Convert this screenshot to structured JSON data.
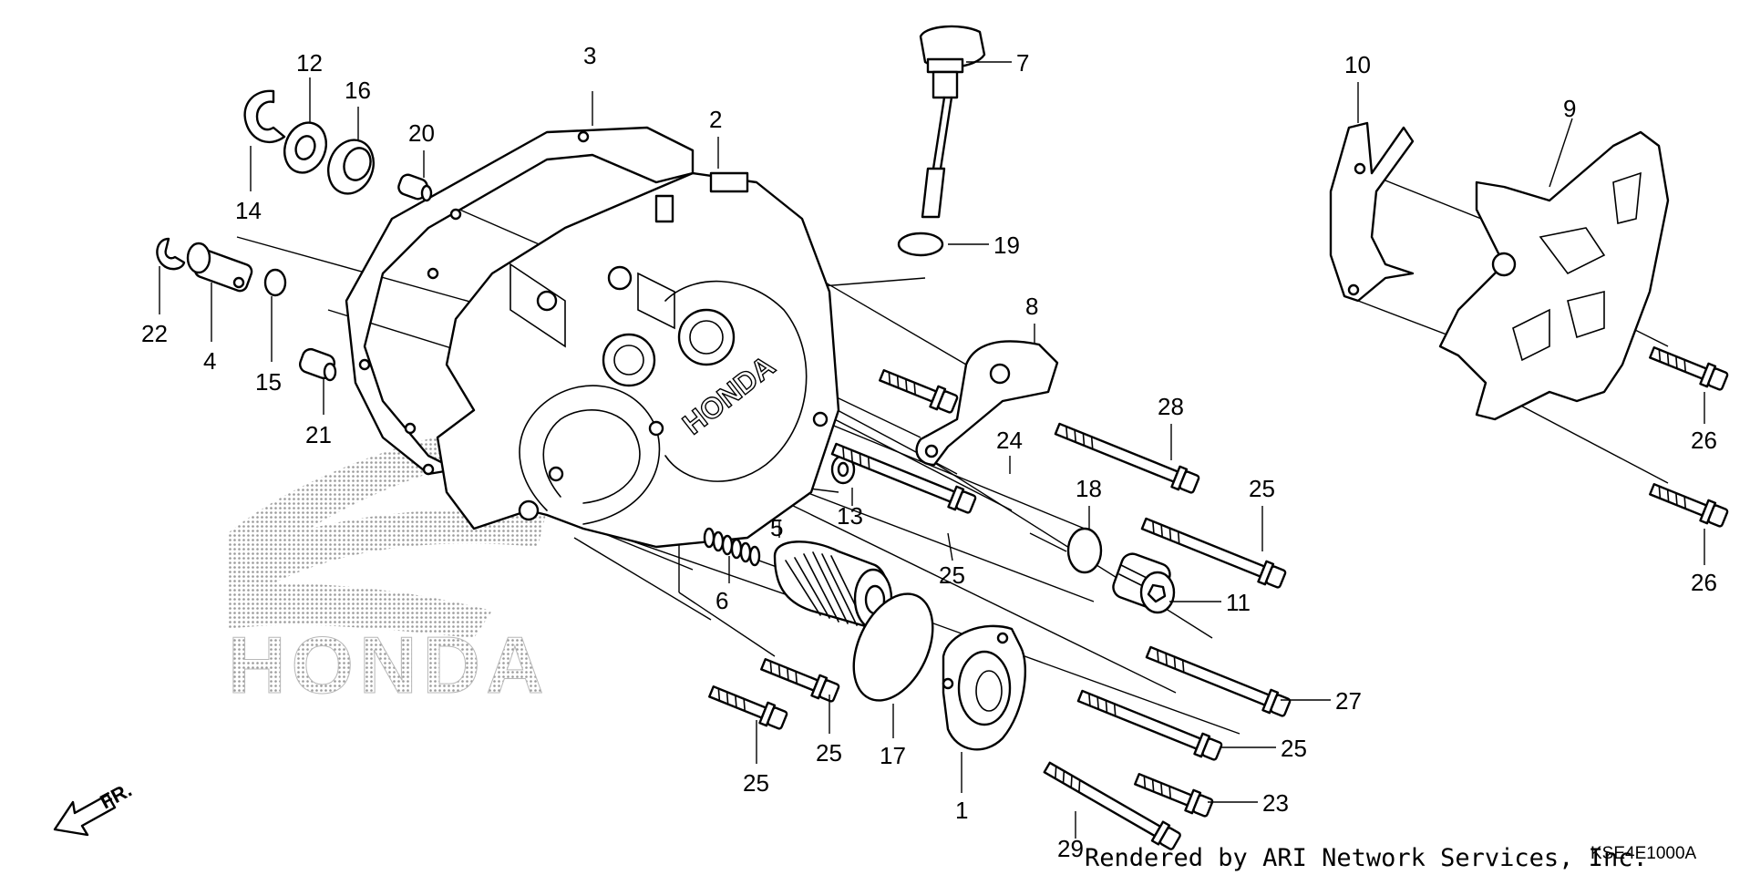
{
  "diagram": {
    "credit": "Rendered by ARI Network Services, Inc.",
    "code": "KSE4E1000A",
    "direction_label": "FR.",
    "logo_text": "HONDA",
    "cover_logo_text": "HONDA"
  },
  "callouts": [
    "1",
    "2",
    "3",
    "4",
    "5",
    "6",
    "7",
    "8",
    "9",
    "10",
    "11",
    "12",
    "13",
    "14",
    "15",
    "16",
    "17",
    "18",
    "19",
    "20",
    "21",
    "22",
    "23",
    "24",
    "25",
    "26",
    "27",
    "28",
    "29"
  ],
  "colors": {
    "line": "#000000",
    "background": "#ffffff",
    "watermark": "#b0b0b0"
  }
}
